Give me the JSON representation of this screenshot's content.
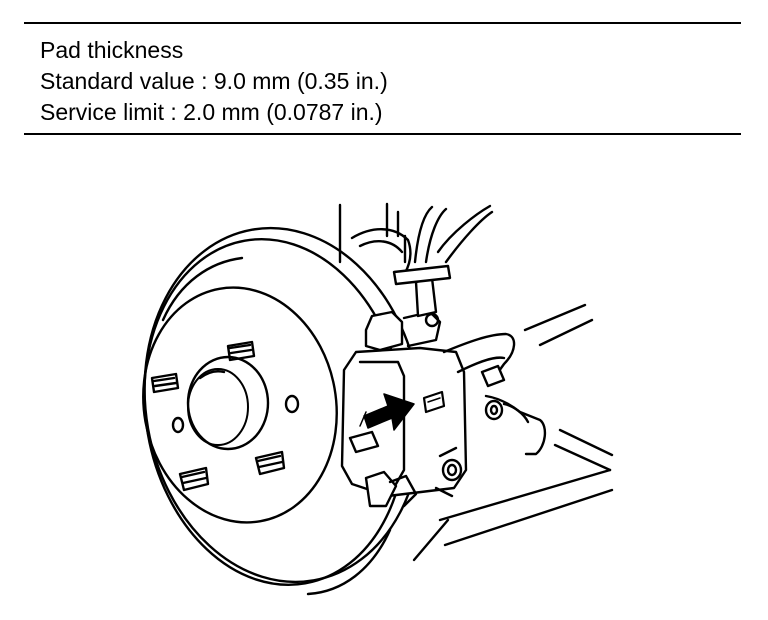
{
  "spec": {
    "title": "Pad thickness",
    "standard": "Standard value : 9.0 mm (0.35 in.)",
    "limit": "Service limit : 2.0 mm (0.0787 in.)"
  },
  "illustration": {
    "subject": "disc-brake-caliper",
    "arrow_target": "pad-inspection-window"
  }
}
